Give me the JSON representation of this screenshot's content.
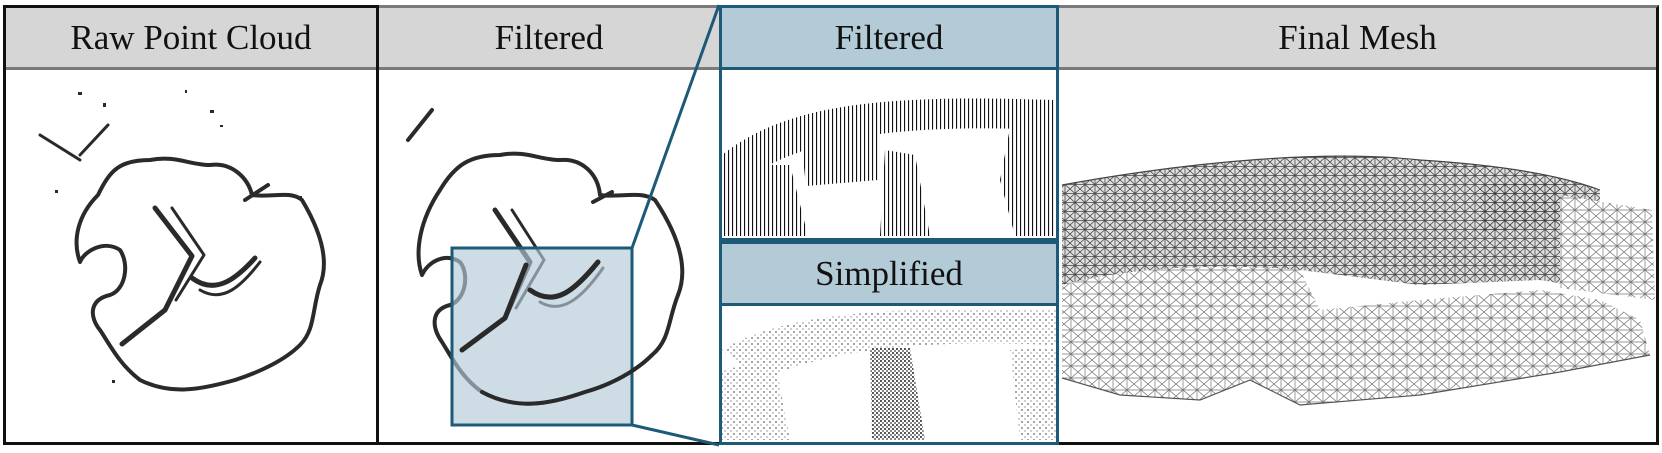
{
  "panels": {
    "raw": {
      "title": "Raw Point Cloud"
    },
    "filtered": {
      "title": "Filtered"
    },
    "zoom_filtered": {
      "title": "Filtered"
    },
    "zoom_simplified": {
      "title": "Simplified"
    },
    "mesh": {
      "title": "Final Mesh"
    }
  },
  "colors": {
    "header_gray": "#d6d6d6",
    "header_blue": "#b3cbd7",
    "highlight_blue": "#1c5a78",
    "frame_black": "#111111",
    "frame_gray": "#7a7a7a"
  }
}
